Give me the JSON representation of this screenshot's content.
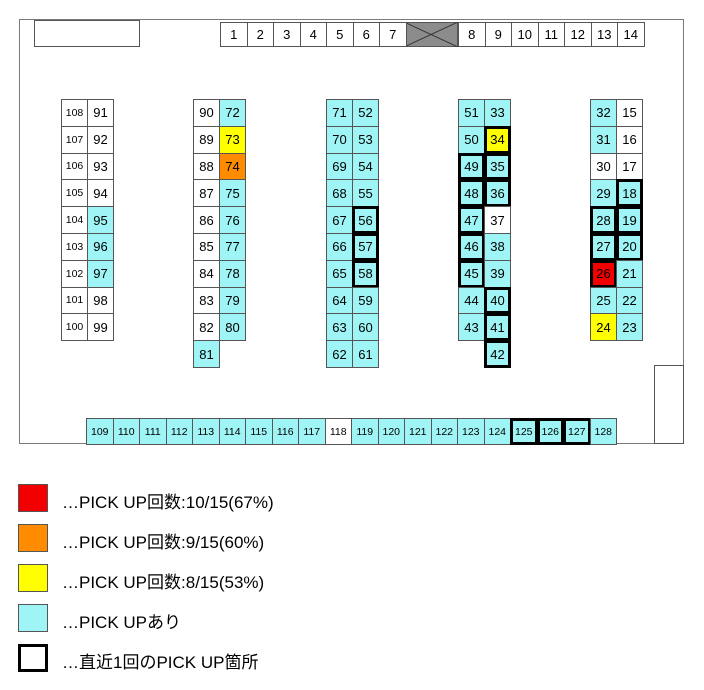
{
  "colors": {
    "pickup": "#9ff5f5",
    "rank1": "#f20000",
    "rank2": "#ff8c00",
    "rank3": "#ffff00",
    "border": "#555555"
  },
  "top_row": {
    "left": [
      "1",
      "2",
      "3",
      "4",
      "5",
      "6",
      "7"
    ],
    "right": [
      "8",
      "9",
      "10",
      "11",
      "12",
      "13",
      "14"
    ],
    "pickup": [],
    "recent": []
  },
  "islands": [
    {
      "rows": [
        [
          "108",
          "91"
        ],
        [
          "107",
          "92"
        ],
        [
          "106",
          "93"
        ],
        [
          "105",
          "94"
        ],
        [
          "104",
          "95"
        ],
        [
          "103",
          "96"
        ],
        [
          "102",
          "97"
        ],
        [
          "101",
          "98"
        ],
        [
          "100",
          "99"
        ]
      ]
    },
    {
      "rows": [
        [
          "90",
          "72"
        ],
        [
          "89",
          "73"
        ],
        [
          "88",
          "74"
        ],
        [
          "87",
          "75"
        ],
        [
          "86",
          "76"
        ],
        [
          "85",
          "77"
        ],
        [
          "84",
          "78"
        ],
        [
          "83",
          "79"
        ],
        [
          "82",
          "80"
        ],
        [
          "81",
          ""
        ]
      ]
    },
    {
      "rows": [
        [
          "71",
          "52"
        ],
        [
          "70",
          "53"
        ],
        [
          "69",
          "54"
        ],
        [
          "68",
          "55"
        ],
        [
          "67",
          "56"
        ],
        [
          "66",
          "57"
        ],
        [
          "65",
          "58"
        ],
        [
          "64",
          "59"
        ],
        [
          "63",
          "60"
        ],
        [
          "62",
          "61"
        ]
      ]
    },
    {
      "rows": [
        [
          "51",
          "33"
        ],
        [
          "50",
          "34"
        ],
        [
          "49",
          "35"
        ],
        [
          "48",
          "36"
        ],
        [
          "47",
          "37"
        ],
        [
          "46",
          "38"
        ],
        [
          "45",
          "39"
        ],
        [
          "44",
          "40"
        ],
        [
          "43",
          "41"
        ],
        [
          "",
          "42"
        ]
      ]
    },
    {
      "rows": [
        [
          "32",
          "15"
        ],
        [
          "31",
          "16"
        ],
        [
          "30",
          "17"
        ],
        [
          "29",
          "18"
        ],
        [
          "28",
          "19"
        ],
        [
          "27",
          "20"
        ],
        [
          "26",
          "21"
        ],
        [
          "25",
          "22"
        ],
        [
          "24",
          "23"
        ]
      ]
    }
  ],
  "bottom_row": [
    "109",
    "110",
    "111",
    "112",
    "113",
    "114",
    "115",
    "116",
    "117",
    "118",
    "119",
    "120",
    "121",
    "122",
    "123",
    "124",
    "125",
    "126",
    "127",
    "128"
  ],
  "pickup": [
    "95",
    "96",
    "97",
    "72",
    "73",
    "74",
    "75",
    "76",
    "77",
    "78",
    "79",
    "80",
    "81",
    "71",
    "52",
    "70",
    "53",
    "69",
    "54",
    "68",
    "55",
    "67",
    "56",
    "66",
    "57",
    "65",
    "58",
    "64",
    "59",
    "63",
    "60",
    "62",
    "61",
    "51",
    "33",
    "50",
    "34",
    "49",
    "35",
    "48",
    "36",
    "47",
    "46",
    "38",
    "45",
    "39",
    "44",
    "40",
    "43",
    "41",
    "42",
    "32",
    "31",
    "29",
    "18",
    "28",
    "19",
    "27",
    "20",
    "26",
    "21",
    "25",
    "22",
    "24",
    "23",
    "109",
    "110",
    "111",
    "112",
    "113",
    "114",
    "115",
    "116",
    "117",
    "119",
    "120",
    "121",
    "122",
    "123",
    "124",
    "125",
    "126",
    "127",
    "128"
  ],
  "rank1": [
    "26"
  ],
  "rank2": [
    "74"
  ],
  "rank3": [
    "73",
    "34",
    "24"
  ],
  "recent": [
    "56",
    "57",
    "58",
    "34",
    "49",
    "35",
    "48",
    "36",
    "47",
    "46",
    "45",
    "40",
    "41",
    "42",
    "18",
    "28",
    "19",
    "27",
    "20",
    "26",
    "125",
    "126",
    "127"
  ],
  "legend": [
    {
      "swatch": "rank1",
      "text": "…PICK UP回数:10/15(67%)"
    },
    {
      "swatch": "rank2",
      "text": "…PICK UP回数:9/15(60%)"
    },
    {
      "swatch": "rank3",
      "text": "…PICK UP回数:8/15(53%)"
    },
    {
      "swatch": "pickup",
      "text": "…PICK UPあり"
    },
    {
      "swatch": "recent",
      "text": "…直近1回のPICK UP箇所"
    }
  ]
}
